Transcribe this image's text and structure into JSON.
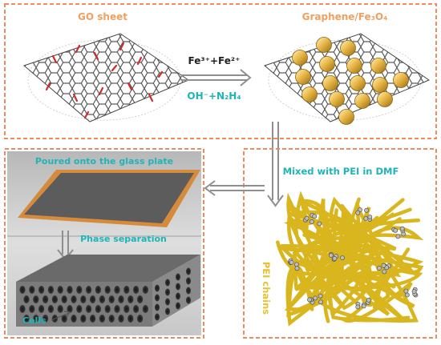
{
  "colors": {
    "box_border": "#f08a5d",
    "label_orange": "#f0a060",
    "label_teal": "#1fb5b8",
    "label_gold": "#e8c030",
    "arrow_gray": "#8f8f8f",
    "graphene_line": "#555555",
    "oxygen_red": "#d12a2a",
    "nanoparticle_gold": "#e9b949",
    "pei_yellow": "#d9b51e",
    "film_gray": "#5c5c5c",
    "glass_orange": "#d68a3c",
    "panel_gray": "#d2d2d2"
  },
  "top_panel": {
    "go_sheet_label": "GO sheet",
    "composite_label": "Graphene/Fe₃O₄",
    "reagent_top": "Fe³⁺+Fe²⁺",
    "reagent_bottom": "OH⁻+N₂H₄"
  },
  "bottom_right_panel": {
    "mix_label": "Mixed with PEI in DMF",
    "chains_label": "PEI chains"
  },
  "bottom_left_panel": {
    "pour_label": "Poured onto the glass plate",
    "phase_label": "Phase separation",
    "cells_label": "Cells"
  },
  "icons": [
    "go-sheet-icon",
    "nanoparticle-icon",
    "glass-plate-icon",
    "porous-film-icon",
    "pei-chains-icon"
  ]
}
